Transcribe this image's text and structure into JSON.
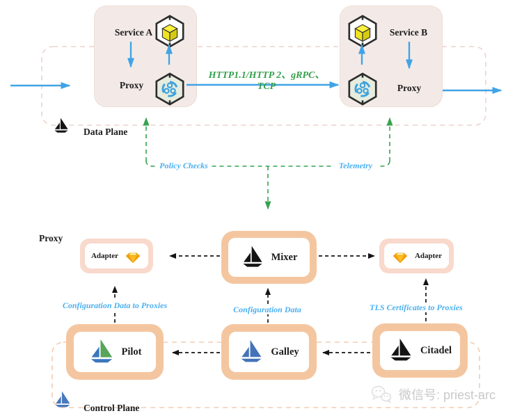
{
  "data_plane": {
    "label": "Data Plane",
    "service_a": {
      "name": "Service A",
      "proxy": "Proxy"
    },
    "service_b": {
      "name": "Service B",
      "proxy": "Proxy"
    },
    "traffic_protocols": "HTTP1.1/HTTP 2、gRPC、TCP",
    "policy_checks_label": "Policy Checks",
    "telemetry_label": "Telemetry"
  },
  "control_plane": {
    "label": "Control Plane",
    "proxy_caption": "Proxy",
    "nodes": {
      "mixer": "Mixer",
      "pilot": "Pilot",
      "galley": "Galley",
      "citadel": "Citadel",
      "adapter_left": "Adapter",
      "adapter_right": "Adapter"
    },
    "flow_labels": {
      "config_to_proxies": "Configuration Data to Proxies",
      "config_data": "Configuration Data",
      "tls_certs_to_proxies": "TLS Certificates to Proxies"
    }
  },
  "watermark": {
    "text": "微信号: priest-arc"
  },
  "icons": {
    "service": "cube-icon",
    "proxy": "envoy-hexagon-icon",
    "istio": "istio-sailboat-icon",
    "adapter": "gem-icon",
    "watermark": "wechat-icon"
  },
  "colors": {
    "traffic_arrow": "#41a3e6",
    "mesh_dashed_green": "#36a34f",
    "flow_label_blue": "#4cb0f0",
    "protocol_label_green": "#34a04c",
    "node_frame_peach": "#f4c6a0",
    "adapter_frame_pink": "#f8d9cc",
    "service_box_fill": "#f3eae7"
  }
}
